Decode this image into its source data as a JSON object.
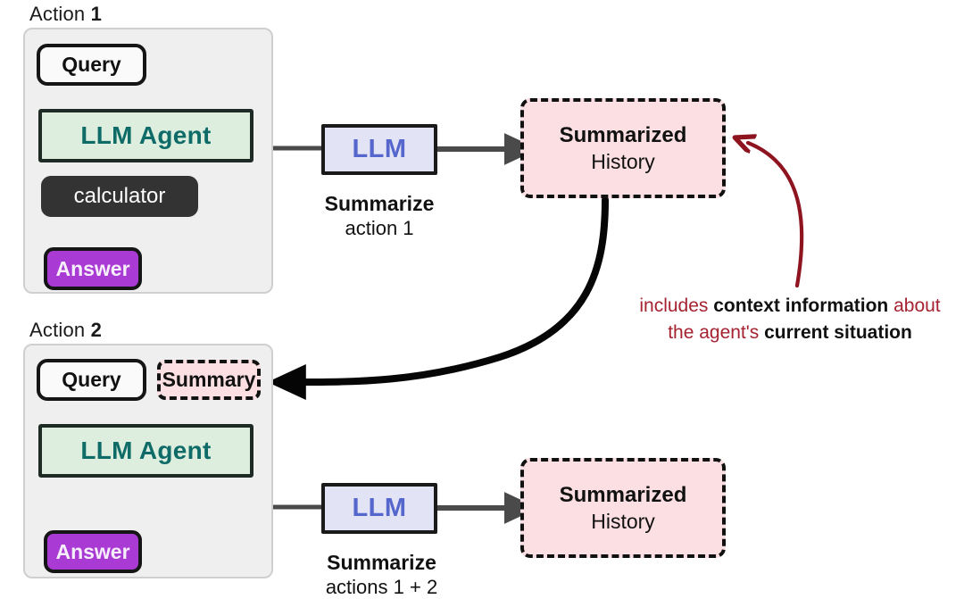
{
  "diagram": {
    "title": "LLM agent summarization loop",
    "colors": {
      "panel_bg": "#efefef",
      "agent_green": "#ddeede",
      "agent_text": "#0e6b68",
      "calculator_dark": "#333333",
      "answer_purple": "#a93bd4",
      "llm_lavender": "#e2e4f5",
      "llm_text": "#5566cc",
      "history_pink": "#fbdfe2",
      "annotation_red": "#a52230",
      "arrow_gray": "#4a4a4a",
      "arrow_black": "#000000"
    }
  },
  "action1": {
    "label_prefix": "Action ",
    "label_number": "1",
    "query": "Query",
    "agent": "LLM Agent",
    "tool": "calculator",
    "answer": "Answer",
    "llm": "LLM",
    "caption_line1": "Summarize",
    "caption_line2": "action 1",
    "history_line1": "Summarized",
    "history_line2": "History"
  },
  "action2": {
    "label_prefix": "Action ",
    "label_number": "2",
    "query": "Query",
    "summary": "Summary",
    "agent": "LLM Agent",
    "answer": "Answer",
    "llm": "LLM",
    "caption_line1": "Summarize",
    "caption_line2": "actions 1 + 2",
    "history_line1": "Summarized",
    "history_line2": "History"
  },
  "annotation": {
    "line1_a": "includes ",
    "line1_b": "context information",
    "line1_c": " about",
    "line2_a": "the agent's ",
    "line2_b": "current situation"
  }
}
